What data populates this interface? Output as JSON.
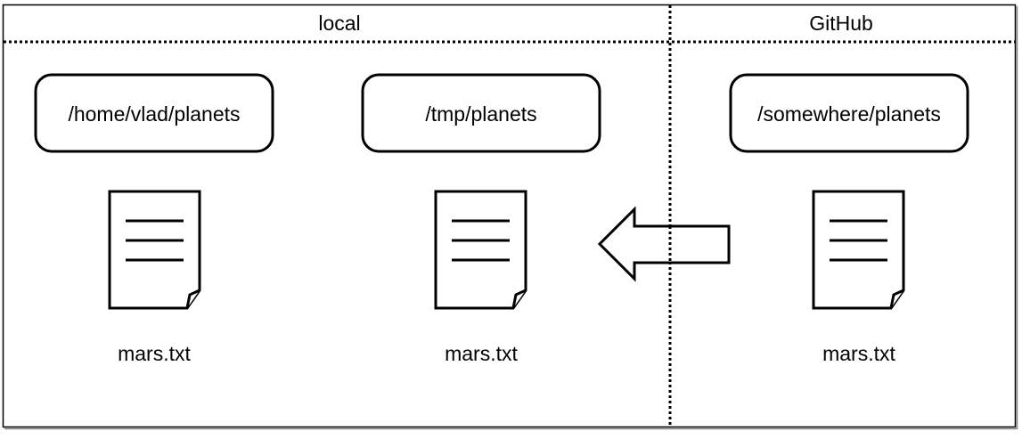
{
  "regions": {
    "local": {
      "label": "local"
    },
    "github": {
      "label": "GitHub"
    }
  },
  "folders": [
    {
      "path": "/home/vlad/planets"
    },
    {
      "path": "/tmp/planets"
    },
    {
      "path": "/somewhere/planets"
    }
  ],
  "files": [
    {
      "name": "mars.txt",
      "icon": "document-icon"
    },
    {
      "name": "mars.txt",
      "icon": "document-icon"
    },
    {
      "name": "mars.txt",
      "icon": "document-icon"
    }
  ],
  "arrow": {
    "icon": "arrow-left-icon"
  },
  "colors": {
    "stroke": "#000000",
    "background": "#ffffff"
  }
}
